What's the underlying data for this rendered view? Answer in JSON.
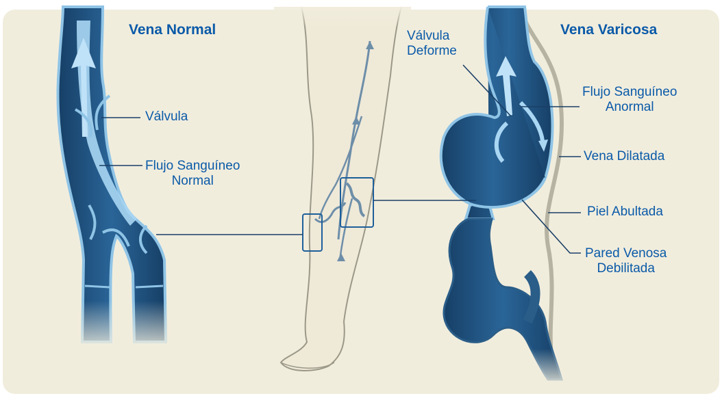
{
  "diagram": {
    "titles": {
      "normal": "Vena Normal",
      "varicose": "Vena Varicosa"
    },
    "labels": {
      "valve": "Válvula",
      "normal_flow_line1": "Flujo Sanguíneo",
      "normal_flow_line2": "Normal",
      "deformed_valve_line1": "Válvula",
      "deformed_valve_line2": "Deforme",
      "abnormal_flow_line1": "Flujo Sanguíneo",
      "abnormal_flow_line2": "Anormal",
      "dilated_vein": "Vena Dilatada",
      "bulging_skin": "Piel Abultada",
      "weakened_wall_line1": "Pared Venosa",
      "weakened_wall_line2": "Debilitada"
    },
    "colors": {
      "background": "#f1eddd",
      "label_text": "#0a5aa8",
      "vein_dark": "#1d4f7c",
      "vein_edge": "#8fc4e6",
      "flow_arrow": "#a9d6f3",
      "leader_line": "#1a3f66"
    }
  }
}
